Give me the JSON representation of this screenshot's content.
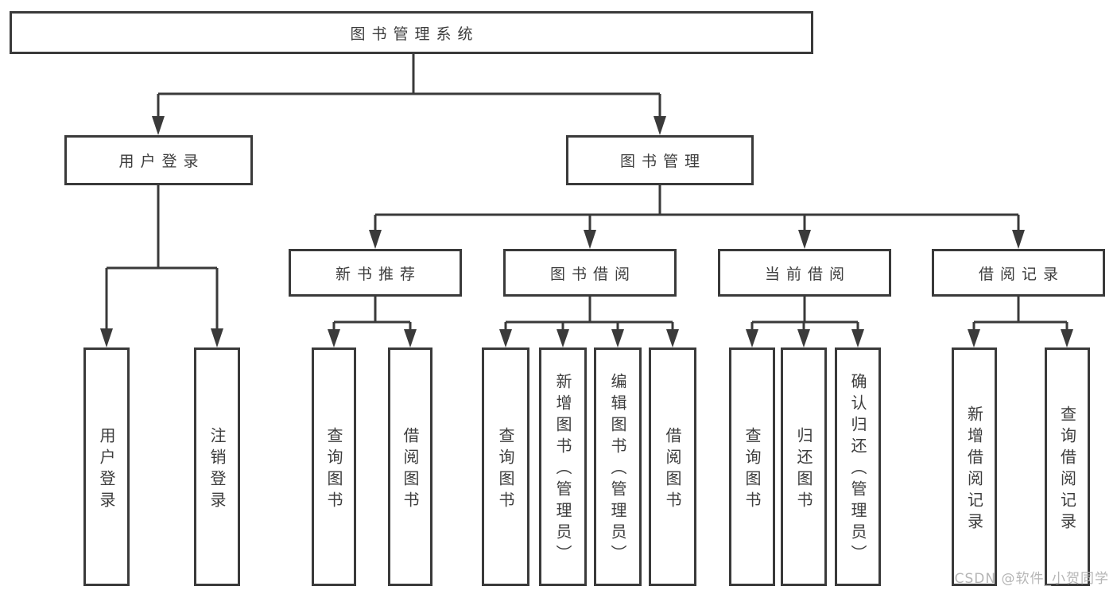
{
  "tree": {
    "root": {
      "label": "图书管理系统"
    },
    "user_login": {
      "label": "用户登录",
      "children": [
        {
          "label": "用户登录"
        },
        {
          "label": "注销登录"
        }
      ]
    },
    "book_mgmt": {
      "label": "图书管理",
      "groups": [
        {
          "label": "新书推荐",
          "children": [
            {
              "label": "查询图书"
            },
            {
              "label": "借阅图书"
            }
          ]
        },
        {
          "label": "图书借阅",
          "children": [
            {
              "label": "查询图书"
            },
            {
              "label": "新增图书（管理员）"
            },
            {
              "label": "编辑图书（管理员）"
            },
            {
              "label": "借阅图书"
            }
          ]
        },
        {
          "label": "当前借阅",
          "children": [
            {
              "label": "查询图书"
            },
            {
              "label": "归还图书"
            },
            {
              "label": "确认归还（管理员）"
            }
          ]
        },
        {
          "label": "借阅记录",
          "children": [
            {
              "label": "新增借阅记录"
            },
            {
              "label": "查询借阅记录"
            }
          ]
        }
      ]
    }
  },
  "watermark": "CSDN @软件_小贺同学",
  "colors": {
    "line": "#3a3a3a",
    "text": "#3d3d3d",
    "box_bg": "#ffffff",
    "page_bg": "#ffffff",
    "watermark": "#b5b5b5"
  }
}
